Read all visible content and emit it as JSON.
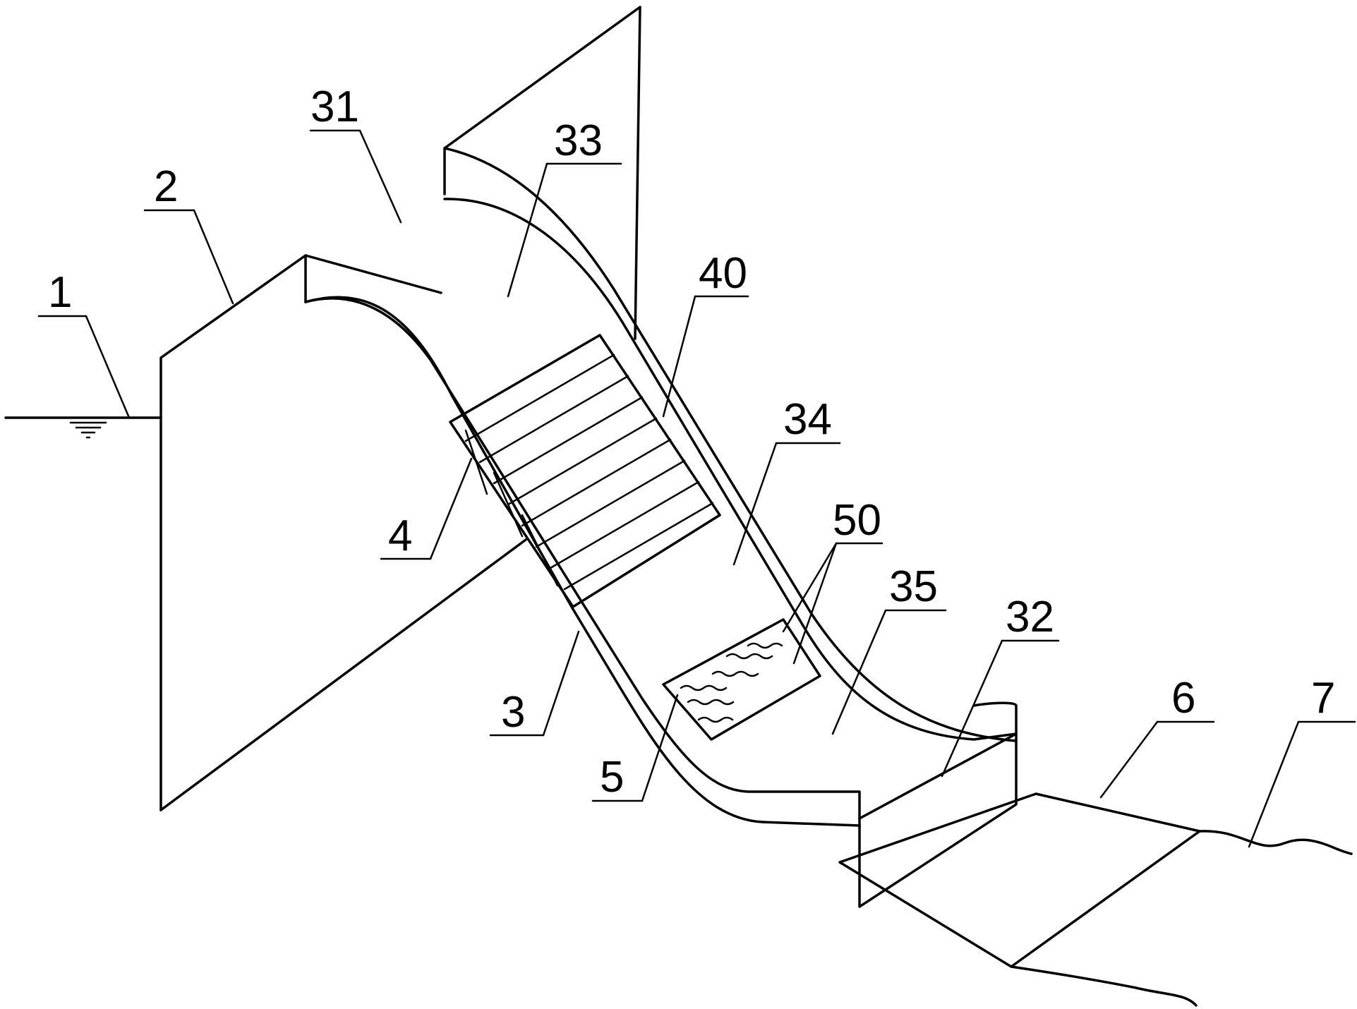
{
  "diagram": {
    "labels": {
      "l1": "1",
      "l2": "2",
      "l3": "3",
      "l4": "4",
      "l5": "5",
      "l6": "6",
      "l7": "7",
      "l31": "31",
      "l32": "32",
      "l33": "33",
      "l34": "34",
      "l35": "35",
      "l40": "40",
      "l50": "50"
    }
  }
}
